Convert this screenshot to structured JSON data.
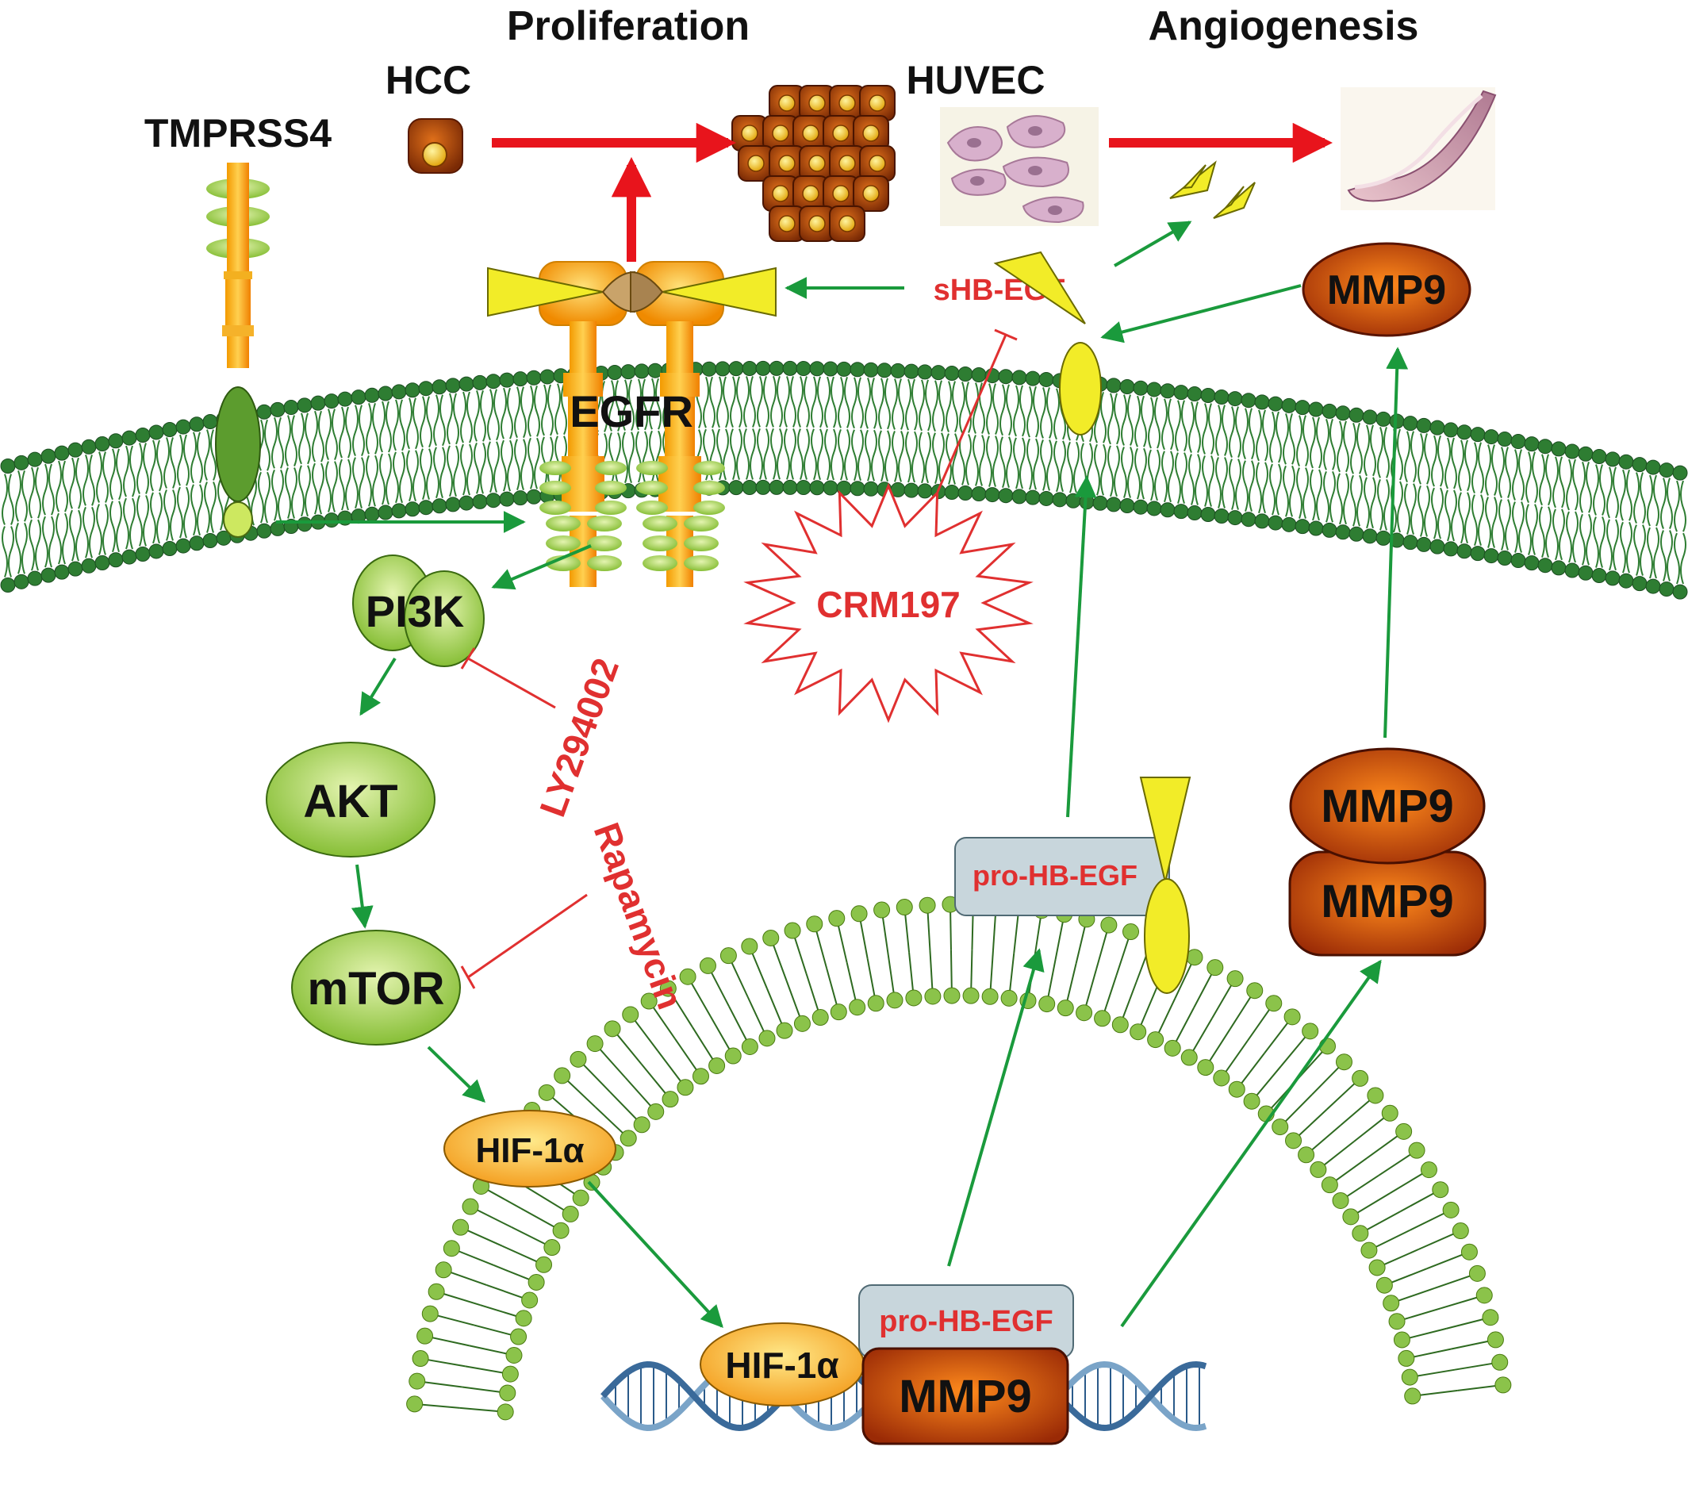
{
  "headings": {
    "proliferation": "Proliferation",
    "angiogenesis": "Angiogenesis"
  },
  "cells": {
    "hcc": "HCC",
    "huvec": "HUVEC"
  },
  "membrane_proteins": {
    "tmprss4": "TMPRSS4",
    "egfr": "EGFR"
  },
  "ligands": {
    "shb_egf": "sHB-EGF",
    "pro_hb_egf": "pro-HB-EGF"
  },
  "pathway": {
    "pi3k": "PI3K",
    "akt": "AKT",
    "mtor": "mTOR",
    "hif1a": "HIF-1α"
  },
  "inhibitors": {
    "crm197": "CRM197",
    "ly294002": "LY294002",
    "rapamycin": "Rapamycin"
  },
  "mmp": {
    "label": "MMP9"
  },
  "colors": {
    "activation_arrow": "#1a9a3c",
    "inhibition": "#e03030",
    "proliferation_arrow": "#e8141c",
    "membrane_head": "#2e7d32",
    "nuclear_head": "#8bc34a",
    "egfr_orange": "#f5a623",
    "mmp_dark": "#b33a0a"
  }
}
